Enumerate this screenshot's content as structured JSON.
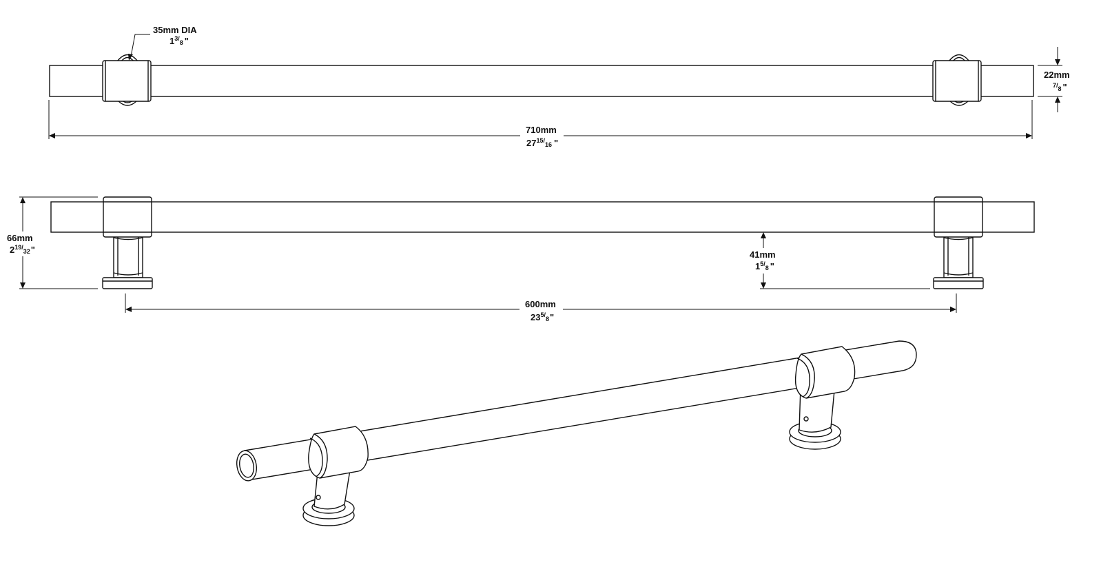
{
  "top_view": {
    "diameter_label": {
      "metric": "35mm DIA",
      "whole": "1",
      "num": "3",
      "den": "8",
      "unit": "\""
    },
    "bar_thickness_label": {
      "metric": "22mm",
      "whole": "",
      "num": "7",
      "den": "8",
      "unit": "\""
    },
    "overall_length_label": {
      "metric": "710mm",
      "whole": "27",
      "num": "15",
      "den": "16",
      "unit": "\""
    }
  },
  "side_view": {
    "height_label": {
      "metric": "66mm",
      "whole": "2",
      "num": "19",
      "den": "32",
      "unit": "\""
    },
    "projection_label": {
      "metric": "41mm",
      "whole": "1",
      "num": "5",
      "den": "8",
      "unit": "\""
    },
    "center_to_center_label": {
      "metric": "600mm",
      "whole": "23",
      "num": "5",
      "den": "8",
      "unit": "\""
    }
  },
  "colors": {
    "line": "#111111",
    "background": "#ffffff"
  }
}
